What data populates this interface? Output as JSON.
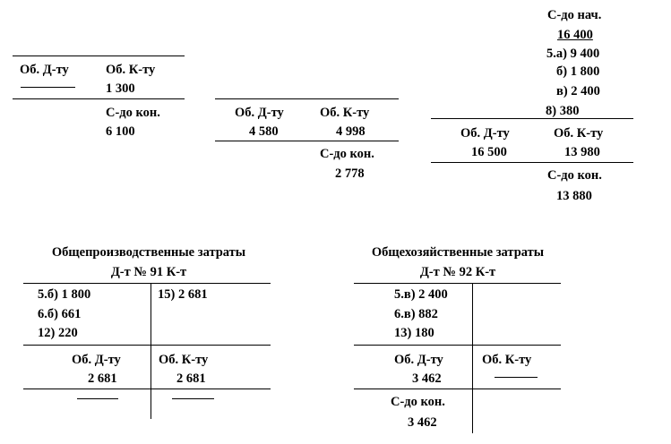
{
  "left_account": {
    "debit_turnover_label": "Об. Д-ту",
    "credit_turnover_label": "Об. К-ту",
    "credit_turnover": "1 300",
    "closing_label": "С-до кон.",
    "closing_balance": "6 100"
  },
  "middle_account": {
    "debit_turnover_label": "Об. Д-ту",
    "debit_turnover": "4 580",
    "credit_turnover_label": "Об. К-ту",
    "credit_turnover": "4 998",
    "closing_label": "С-до кон.",
    "closing_balance": "2 778"
  },
  "right_account": {
    "opening_label": "С-до нач.",
    "opening_balance": "16 400",
    "entries": [
      "5.а) 9 400",
      "б) 1 800",
      "в) 2 400",
      "8) 380"
    ],
    "debit_turnover_label": "Об. Д-ту",
    "debit_turnover": "16 500",
    "credit_turnover_label": "Об. К-ту",
    "credit_turnover": "13 980",
    "closing_label": "С-до кон.",
    "closing_balance": "13 880"
  },
  "account_91": {
    "title": "Общепроизводственные затраты",
    "subtitle": "Д-т № 91 К-т",
    "debit_entries": [
      "5.б) 1 800",
      "6.б) 661",
      "12) 220"
    ],
    "credit_entries": [
      "15) 2 681"
    ],
    "debit_turnover_label": "Об. Д-ту",
    "debit_turnover": "2 681",
    "credit_turnover_label": "Об. К-ту",
    "credit_turnover": "2 681"
  },
  "account_92": {
    "title": "Общехозяйственные затраты",
    "subtitle": "Д-т № 92 К-т",
    "debit_entries": [
      "5.в) 2 400",
      "6.в) 882",
      "13) 180"
    ],
    "debit_turnover_label": "Об. Д-ту",
    "debit_turnover": "3 462",
    "credit_turnover_label": "Об. К-ту",
    "closing_label": "С-до кон.",
    "closing_balance": "3 462"
  }
}
